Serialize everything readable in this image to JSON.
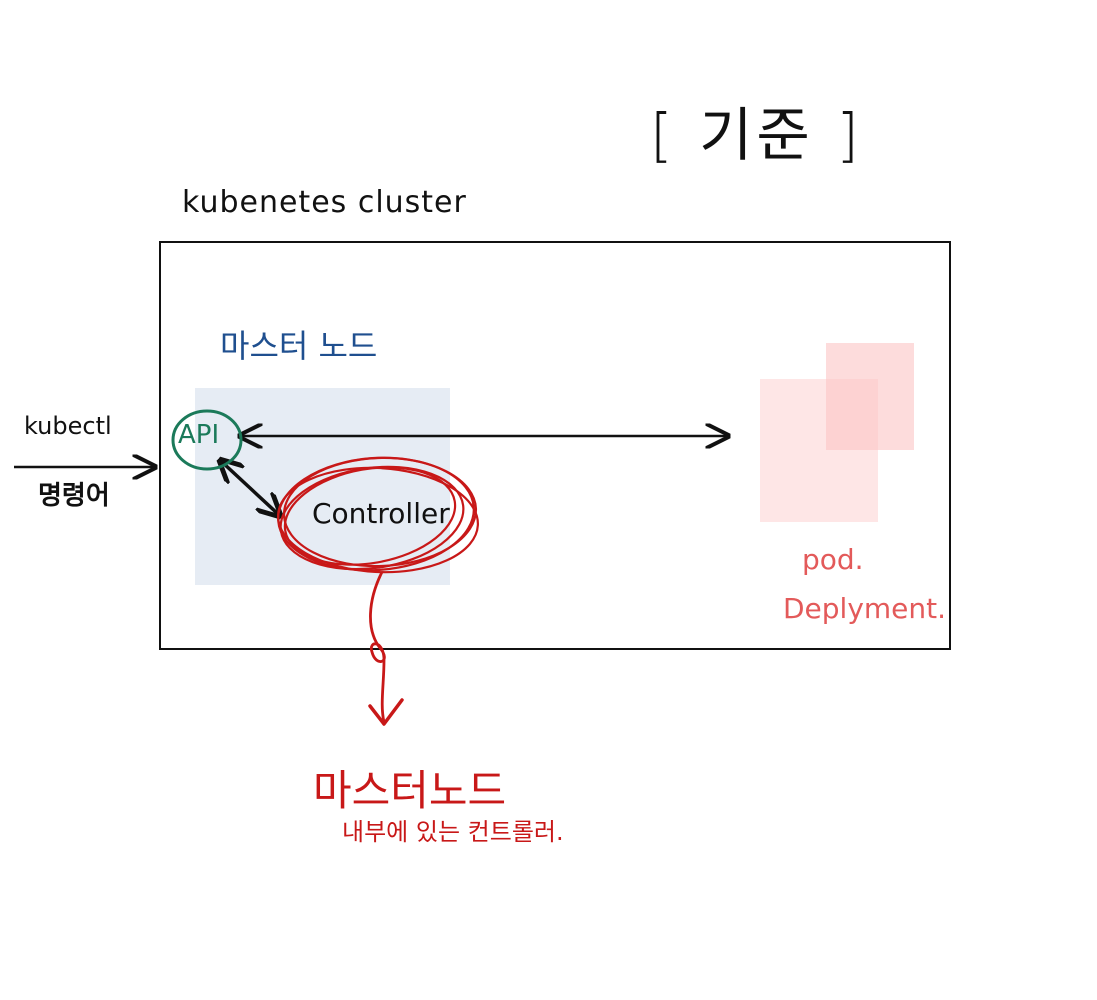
{
  "title": "[ 기준 ]",
  "cluster": {
    "label": "kubenetes cluster"
  },
  "master": {
    "label": "마스터 노드",
    "api_label": "API",
    "controller_label": "Controller"
  },
  "client": {
    "tool_label": "kubectl",
    "command_label": "명령어"
  },
  "workloads": {
    "pod_label": "pod.",
    "deployment_label": "Deplyment."
  },
  "callout": {
    "title": "마스터노드",
    "description": "내부에 있는 컨트롤러."
  },
  "colors": {
    "ink": "#111111",
    "master_blue": "#1f4f8f",
    "api_green": "#1b7a5a",
    "controller_red": "#c81818",
    "pod_red": "#e35a5a",
    "master_fill": "#e6ecf4",
    "pod_fill": "#fdd6d6"
  }
}
